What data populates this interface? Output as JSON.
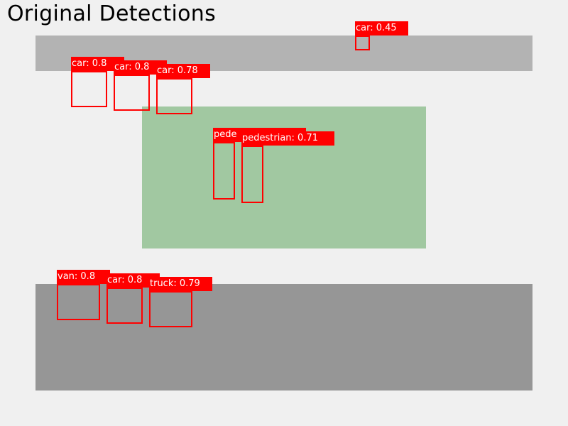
{
  "title": "Original Detections",
  "colors": {
    "background": "#f0f0f0",
    "road_top": "#b3b3b3",
    "grass": "#a1c8a1",
    "road_bottom": "#969696",
    "detection_box": "#ff0000",
    "label_text": "#ffffff"
  },
  "detections": [
    {
      "label": "car: 0.45"
    },
    {
      "label": "car: 0.8"
    },
    {
      "label": "car: 0.8"
    },
    {
      "label": "car: 0.78"
    },
    {
      "label": "pede"
    },
    {
      "label": "pedestrian: 0.71"
    },
    {
      "label": "van: 0.8"
    },
    {
      "label": "car: 0.8"
    },
    {
      "label": "truck: 0.79"
    }
  ]
}
